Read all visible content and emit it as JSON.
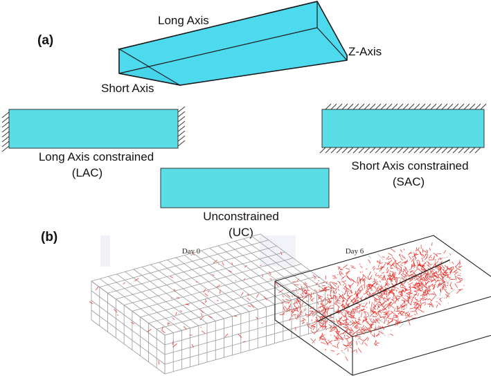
{
  "panel_a": {
    "label": "(a)",
    "box_axes": {
      "long": "Long Axis",
      "short": "Short Axis",
      "z": "Z-Axis"
    },
    "box_color": "#4DD9EE",
    "constraints": [
      {
        "line1": "Long Axis constrained",
        "line2": "(LAC)"
      },
      {
        "line1": "Unconstrained",
        "line2": "(UC)"
      },
      {
        "line1": "Short Axis constrained",
        "line2": "(SAC)"
      }
    ],
    "slab_color": "#5ADDE6"
  },
  "panel_b": {
    "label": "(b)",
    "days": [
      "Day 0",
      "Day 6"
    ],
    "fiber_color": "#E8231C",
    "mesh_color": "#9a9a9a"
  }
}
